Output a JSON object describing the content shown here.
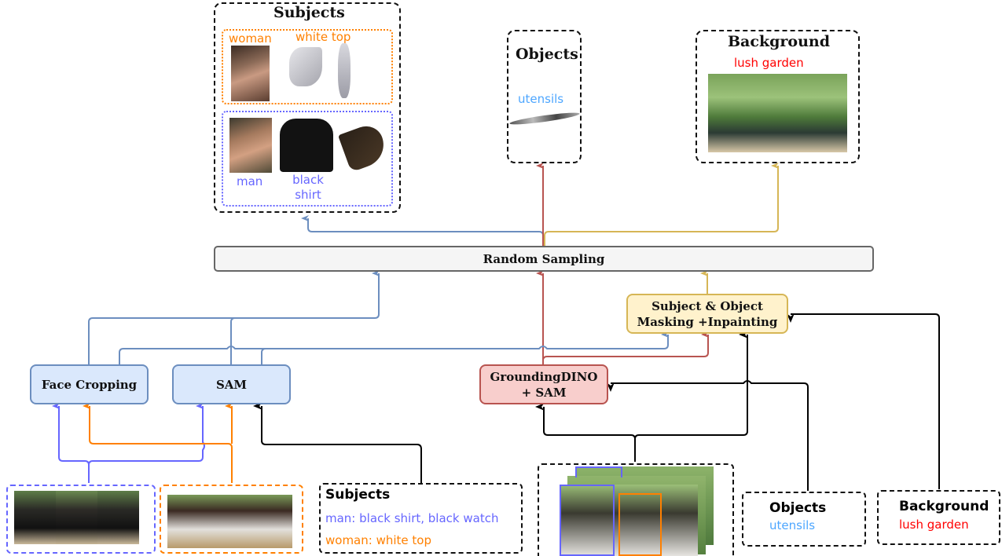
{
  "colors": {
    "blue_arrow": "#6c8ebf",
    "red_arrow": "#b85450",
    "yellow_arrow": "#d6b656",
    "man_purple": "#6666ff",
    "woman_orange": "#ff8000",
    "utensils_blue": "#4da6ff",
    "garden_red": "#ff0000"
  },
  "outputs": {
    "subjects": {
      "title": "Subjects",
      "woman_label": "woman",
      "woman_item_label": "white top",
      "man_label": "man",
      "man_item_label": "black shirt"
    },
    "objects": {
      "title": "Objects",
      "label": "utensils"
    },
    "background": {
      "title": "Background",
      "label": "lush garden"
    }
  },
  "process": {
    "random_sampling": "Random Sampling",
    "masking_line1": "Subject & Object",
    "masking_line2": "Masking +Inpainting",
    "face_cropping": "Face Cropping",
    "sam": "SAM",
    "grounding_line1": "GroundingDINO",
    "grounding_line2": "+ SAM"
  },
  "inputs": {
    "subjects_caption": {
      "title": "Subjects",
      "man_line": "man:  black shirt, black watch",
      "woman_line": "woman: white top"
    },
    "objects_caption": {
      "title": "Objects",
      "label": "utensils"
    },
    "background_caption": {
      "title": "Background",
      "label": "lush garden"
    }
  }
}
